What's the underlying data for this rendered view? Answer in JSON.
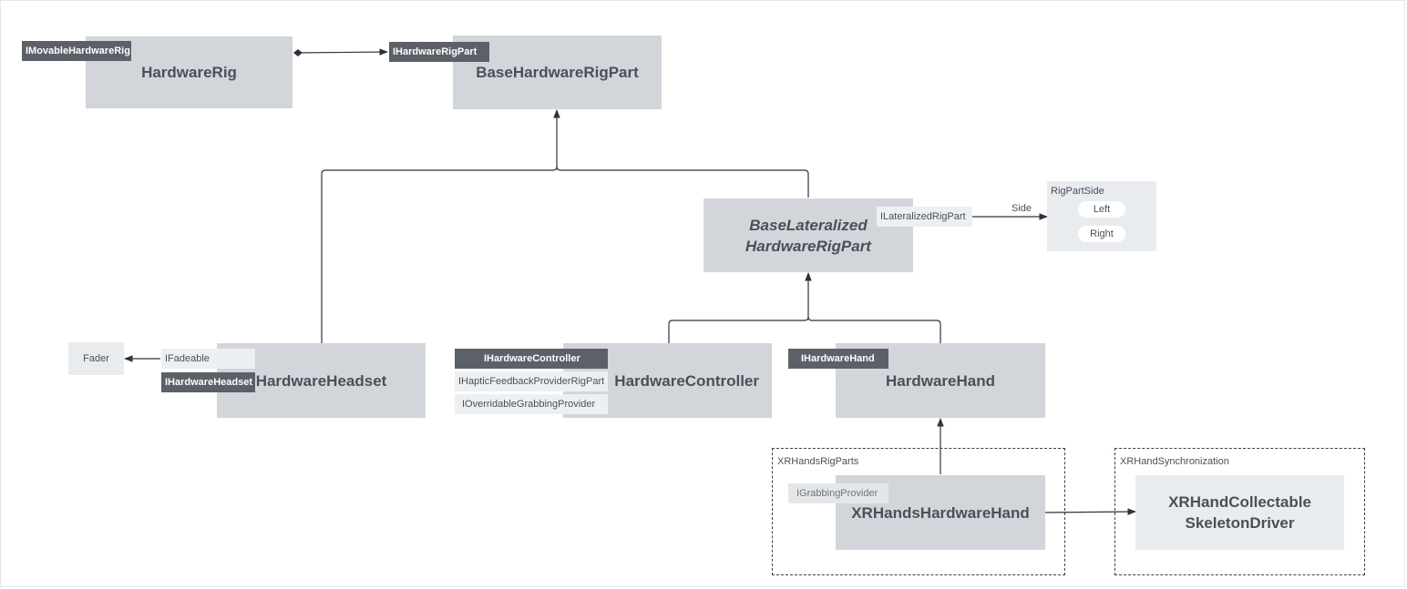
{
  "classes": {
    "hardware_rig": "HardwareRig",
    "base_hardware_rig_part": "BaseHardwareRigPart",
    "base_lateralized": "BaseLateralized\nHardwareRigPart",
    "hardware_headset": "HardwareHeadset",
    "hardware_controller": "HardwareController",
    "hardware_hand": "HardwareHand",
    "xr_hands_hardware_hand": "XRHandsHardwareHand",
    "xr_hand_collectable": "XRHandCollectable\nSkeletonDriver",
    "fader": "Fader"
  },
  "interfaces": {
    "imovable_hardware_rig": "IMovableHardwareRig",
    "ihardware_rig_part": "IHardwareRigPart",
    "ilateralized_rig_part": "ILateralizedRigPart",
    "ifadeable": "IFadeable",
    "ihardware_headset": "IHardwareHeadset",
    "ihardware_controller": "IHardwareController",
    "ihaptic_feedback": "IHapticFeedbackProviderRigPart",
    "ioverridable_grabbing": "IOverridableGrabbingProvider",
    "ihardware_hand": "IHardwareHand",
    "igrabbing_provider": "IGrabbingProvider"
  },
  "enum": {
    "title": "RigPartSide",
    "values": [
      "Left",
      "Right"
    ]
  },
  "edge_labels": {
    "side": "Side"
  },
  "packages": {
    "xr_hands_rig_parts": "XRHandsRigParts",
    "xr_hand_synchronization": "XRHandSynchronization"
  },
  "colors": {
    "class_fill": "#d2d6db",
    "light_fill": "#e9ecef",
    "interface_dark": "#5c6068",
    "line": "#2f3338"
  }
}
